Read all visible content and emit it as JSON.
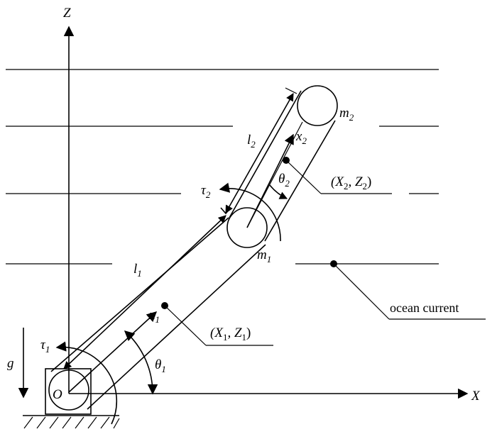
{
  "axes": {
    "z_label": "Z",
    "x_label": "X",
    "origin_label": "O",
    "gravity_label": "g"
  },
  "link1": {
    "length_label": "l",
    "length_sub": "1",
    "axis_label": "x",
    "axis_sub": "1",
    "mass_label": "m",
    "mass_sub": "1",
    "angle_label": "θ",
    "angle_sub": "1",
    "torque_label": "τ",
    "torque_sub": "1",
    "com_open": "(X",
    "com_sub1": "1",
    "com_mid": ", Z",
    "com_sub2": "1",
    "com_close": ")"
  },
  "link2": {
    "length_label": "l",
    "length_sub": "2",
    "axis_label": "x",
    "axis_sub": "2",
    "mass_label": "m",
    "mass_sub": "2",
    "angle_label": "θ",
    "angle_sub": "2",
    "torque_label": "τ",
    "torque_sub": "2",
    "com_open": "(X",
    "com_sub1": "2",
    "com_mid": ", Z",
    "com_sub2": "2",
    "com_close": ")"
  },
  "current_label": "ocean current"
}
